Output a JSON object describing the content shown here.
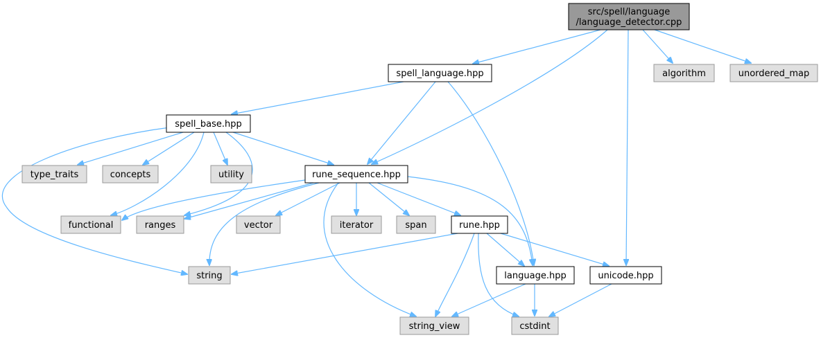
{
  "colors": {
    "edge": "#63b8ff",
    "root_fill": "#999999",
    "file_fill": "#ffffff",
    "system_fill": "#e0e0e0",
    "file_stroke": "#000000",
    "system_stroke": "#999999"
  },
  "nodes": [
    {
      "id": "language_detector_cpp",
      "label_lines": [
        "src/spell/language",
        "/language_detector.cpp"
      ],
      "kind": "root"
    },
    {
      "id": "spell_language_hpp",
      "label_lines": [
        "spell_language.hpp"
      ],
      "kind": "file"
    },
    {
      "id": "algorithm",
      "label_lines": [
        "algorithm"
      ],
      "kind": "system"
    },
    {
      "id": "unordered_map",
      "label_lines": [
        "unordered_map"
      ],
      "kind": "system"
    },
    {
      "id": "spell_base_hpp",
      "label_lines": [
        "spell_base.hpp"
      ],
      "kind": "file"
    },
    {
      "id": "type_traits",
      "label_lines": [
        "type_traits"
      ],
      "kind": "system"
    },
    {
      "id": "concepts",
      "label_lines": [
        "concepts"
      ],
      "kind": "system"
    },
    {
      "id": "utility",
      "label_lines": [
        "utility"
      ],
      "kind": "system"
    },
    {
      "id": "rune_sequence_hpp",
      "label_lines": [
        "rune_sequence.hpp"
      ],
      "kind": "file"
    },
    {
      "id": "functional",
      "label_lines": [
        "functional"
      ],
      "kind": "system"
    },
    {
      "id": "ranges",
      "label_lines": [
        "ranges"
      ],
      "kind": "system"
    },
    {
      "id": "vector",
      "label_lines": [
        "vector"
      ],
      "kind": "system"
    },
    {
      "id": "iterator",
      "label_lines": [
        "iterator"
      ],
      "kind": "system"
    },
    {
      "id": "span",
      "label_lines": [
        "span"
      ],
      "kind": "system"
    },
    {
      "id": "rune_hpp",
      "label_lines": [
        "rune.hpp"
      ],
      "kind": "file"
    },
    {
      "id": "string",
      "label_lines": [
        "string"
      ],
      "kind": "system"
    },
    {
      "id": "language_hpp",
      "label_lines": [
        "language.hpp"
      ],
      "kind": "file"
    },
    {
      "id": "unicode_hpp",
      "label_lines": [
        "unicode.hpp"
      ],
      "kind": "file"
    },
    {
      "id": "string_view",
      "label_lines": [
        "string_view"
      ],
      "kind": "system"
    },
    {
      "id": "cstdint",
      "label_lines": [
        "cstdint"
      ],
      "kind": "system"
    }
  ],
  "edges": [
    {
      "from": "language_detector_cpp",
      "to": "spell_language_hpp"
    },
    {
      "from": "language_detector_cpp",
      "to": "rune_sequence_hpp"
    },
    {
      "from": "language_detector_cpp",
      "to": "algorithm"
    },
    {
      "from": "language_detector_cpp",
      "to": "unordered_map"
    },
    {
      "from": "language_detector_cpp",
      "to": "unicode_hpp"
    },
    {
      "from": "spell_language_hpp",
      "to": "spell_base_hpp"
    },
    {
      "from": "spell_language_hpp",
      "to": "rune_sequence_hpp"
    },
    {
      "from": "spell_language_hpp",
      "to": "language_hpp"
    },
    {
      "from": "spell_base_hpp",
      "to": "string"
    },
    {
      "from": "spell_base_hpp",
      "to": "type_traits"
    },
    {
      "from": "spell_base_hpp",
      "to": "concepts"
    },
    {
      "from": "spell_base_hpp",
      "to": "functional"
    },
    {
      "from": "spell_base_hpp",
      "to": "utility"
    },
    {
      "from": "spell_base_hpp",
      "to": "ranges"
    },
    {
      "from": "spell_base_hpp",
      "to": "rune_sequence_hpp"
    },
    {
      "from": "rune_sequence_hpp",
      "to": "functional"
    },
    {
      "from": "rune_sequence_hpp",
      "to": "ranges"
    },
    {
      "from": "rune_sequence_hpp",
      "to": "string"
    },
    {
      "from": "rune_sequence_hpp",
      "to": "vector"
    },
    {
      "from": "rune_sequence_hpp",
      "to": "string_view"
    },
    {
      "from": "rune_sequence_hpp",
      "to": "iterator"
    },
    {
      "from": "rune_sequence_hpp",
      "to": "span"
    },
    {
      "from": "rune_sequence_hpp",
      "to": "rune_hpp"
    },
    {
      "from": "rune_sequence_hpp",
      "to": "language_hpp"
    },
    {
      "from": "rune_hpp",
      "to": "string"
    },
    {
      "from": "rune_hpp",
      "to": "string_view"
    },
    {
      "from": "rune_hpp",
      "to": "cstdint"
    },
    {
      "from": "rune_hpp",
      "to": "language_hpp"
    },
    {
      "from": "rune_hpp",
      "to": "unicode_hpp"
    },
    {
      "from": "language_hpp",
      "to": "string_view"
    },
    {
      "from": "language_hpp",
      "to": "cstdint"
    },
    {
      "from": "unicode_hpp",
      "to": "cstdint"
    }
  ]
}
